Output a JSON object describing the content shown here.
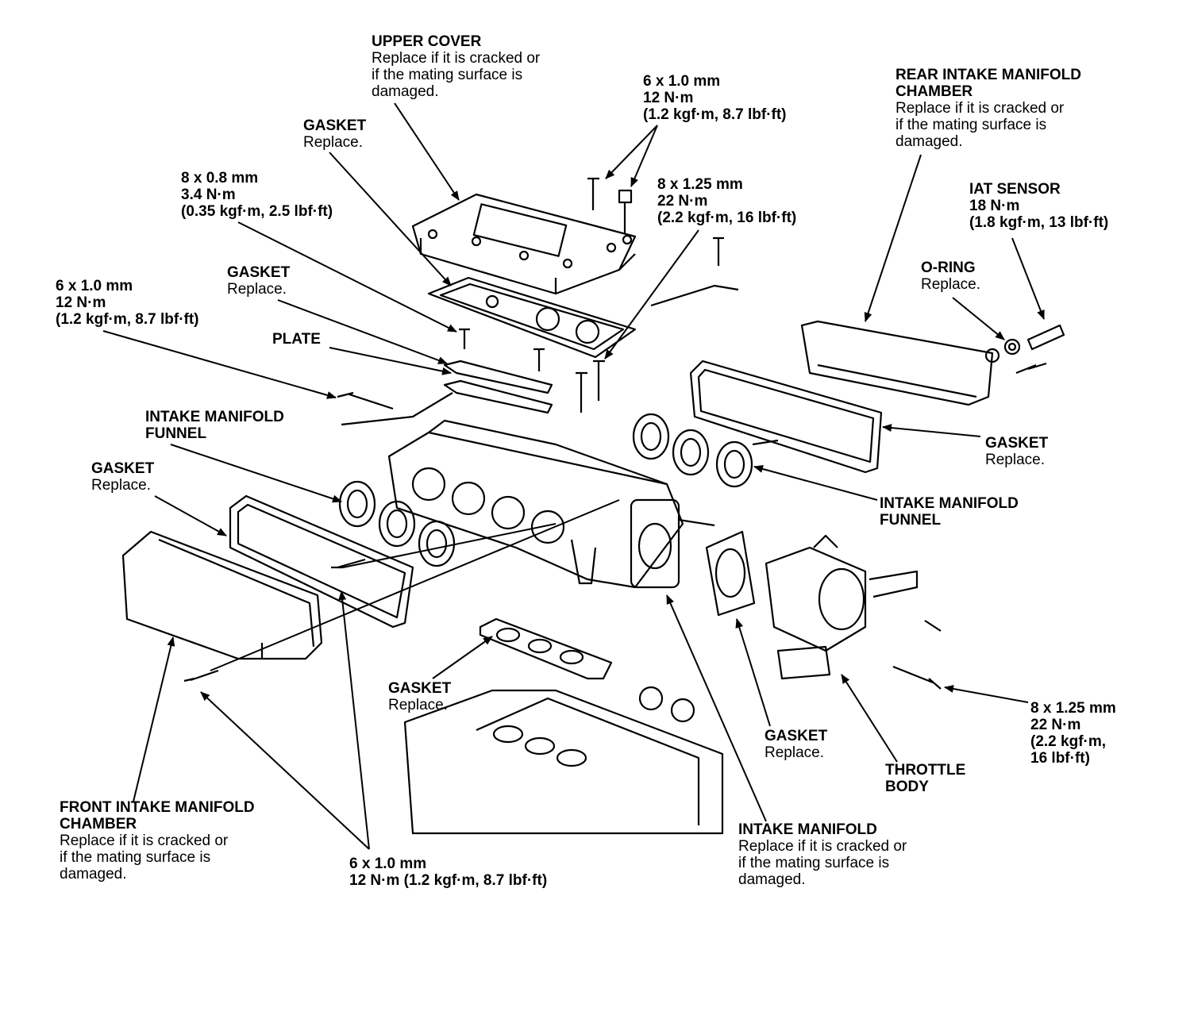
{
  "colors": {
    "ink": "#000000",
    "paper": "#ffffff"
  },
  "labels": {
    "upper_cover": {
      "title": "UPPER COVER",
      "lines": [
        "Replace if it is cracked or",
        "if the mating surface is",
        "damaged."
      ]
    },
    "gasket_top": {
      "title": "GASKET",
      "lines": [
        "Replace."
      ]
    },
    "bolt_8x08": {
      "lines": [
        "8 x 0.8 mm",
        "3.4 N·m",
        "(0.35 kgf·m, 2.5 lbf·ft)"
      ]
    },
    "gasket_upper": {
      "title": "GASKET",
      "lines": [
        "Replace."
      ]
    },
    "bolt_6x10_left": {
      "lines": [
        "6 x 1.0 mm",
        "12 N·m",
        "(1.2 kgf·m, 8.7 lbf·ft)"
      ]
    },
    "plate": {
      "title": "PLATE"
    },
    "funnel_left": {
      "lines": [
        "INTAKE MANIFOLD",
        "FUNNEL"
      ]
    },
    "gasket_left": {
      "title": "GASKET",
      "lines": [
        "Replace."
      ]
    },
    "bolt_6x10_top": {
      "lines": [
        "6 x 1.0 mm",
        "12 N·m",
        "(1.2 kgf·m, 8.7 lbf·ft)"
      ]
    },
    "bolt_8x125_top": {
      "lines": [
        "8 x 1.25 mm",
        "22 N·m",
        "(2.2 kgf·m, 16 lbf·ft)"
      ]
    },
    "rear_chamber": {
      "title_lines": [
        "REAR INTAKE MANIFOLD",
        "CHAMBER"
      ],
      "lines": [
        "Replace if it is cracked or",
        "if the mating surface is",
        "damaged."
      ]
    },
    "iat_sensor": {
      "lines": [
        "IAT SENSOR",
        "18 N·m",
        "(1.8 kgf·m, 13 lbf·ft)"
      ]
    },
    "o_ring": {
      "title": "O-RING",
      "lines": [
        "Replace."
      ]
    },
    "gasket_right": {
      "title": "GASKET",
      "lines": [
        "Replace."
      ]
    },
    "funnel_right": {
      "lines": [
        "INTAKE MANIFOLD",
        "FUNNEL"
      ]
    },
    "gasket_lower": {
      "title": "GASKET",
      "lines": [
        "Replace."
      ]
    },
    "gasket_throttle": {
      "title": "GASKET",
      "lines": [
        "Replace."
      ]
    },
    "throttle_body": {
      "lines": [
        "THROTTLE",
        "BODY"
      ]
    },
    "bolt_8x125_right": {
      "lines": [
        "8 x 1.25 mm",
        "22 N·m",
        "(2.2 kgf·m,",
        "16 lbf·ft)"
      ]
    },
    "front_chamber": {
      "title_lines": [
        "FRONT INTAKE MANIFOLD",
        "CHAMBER"
      ],
      "lines": [
        "Replace if it is cracked or",
        "if the mating surface is",
        "damaged."
      ]
    },
    "bolt_6x10_bottom": {
      "lines": [
        "6 x 1.0 mm",
        "12 N·m (1.2 kgf·m, 8.7 lbf·ft)"
      ]
    },
    "intake_manifold": {
      "title": "INTAKE MANIFOLD",
      "lines": [
        "Replace if it is cracked or",
        "if the mating surface is",
        "damaged."
      ]
    }
  }
}
